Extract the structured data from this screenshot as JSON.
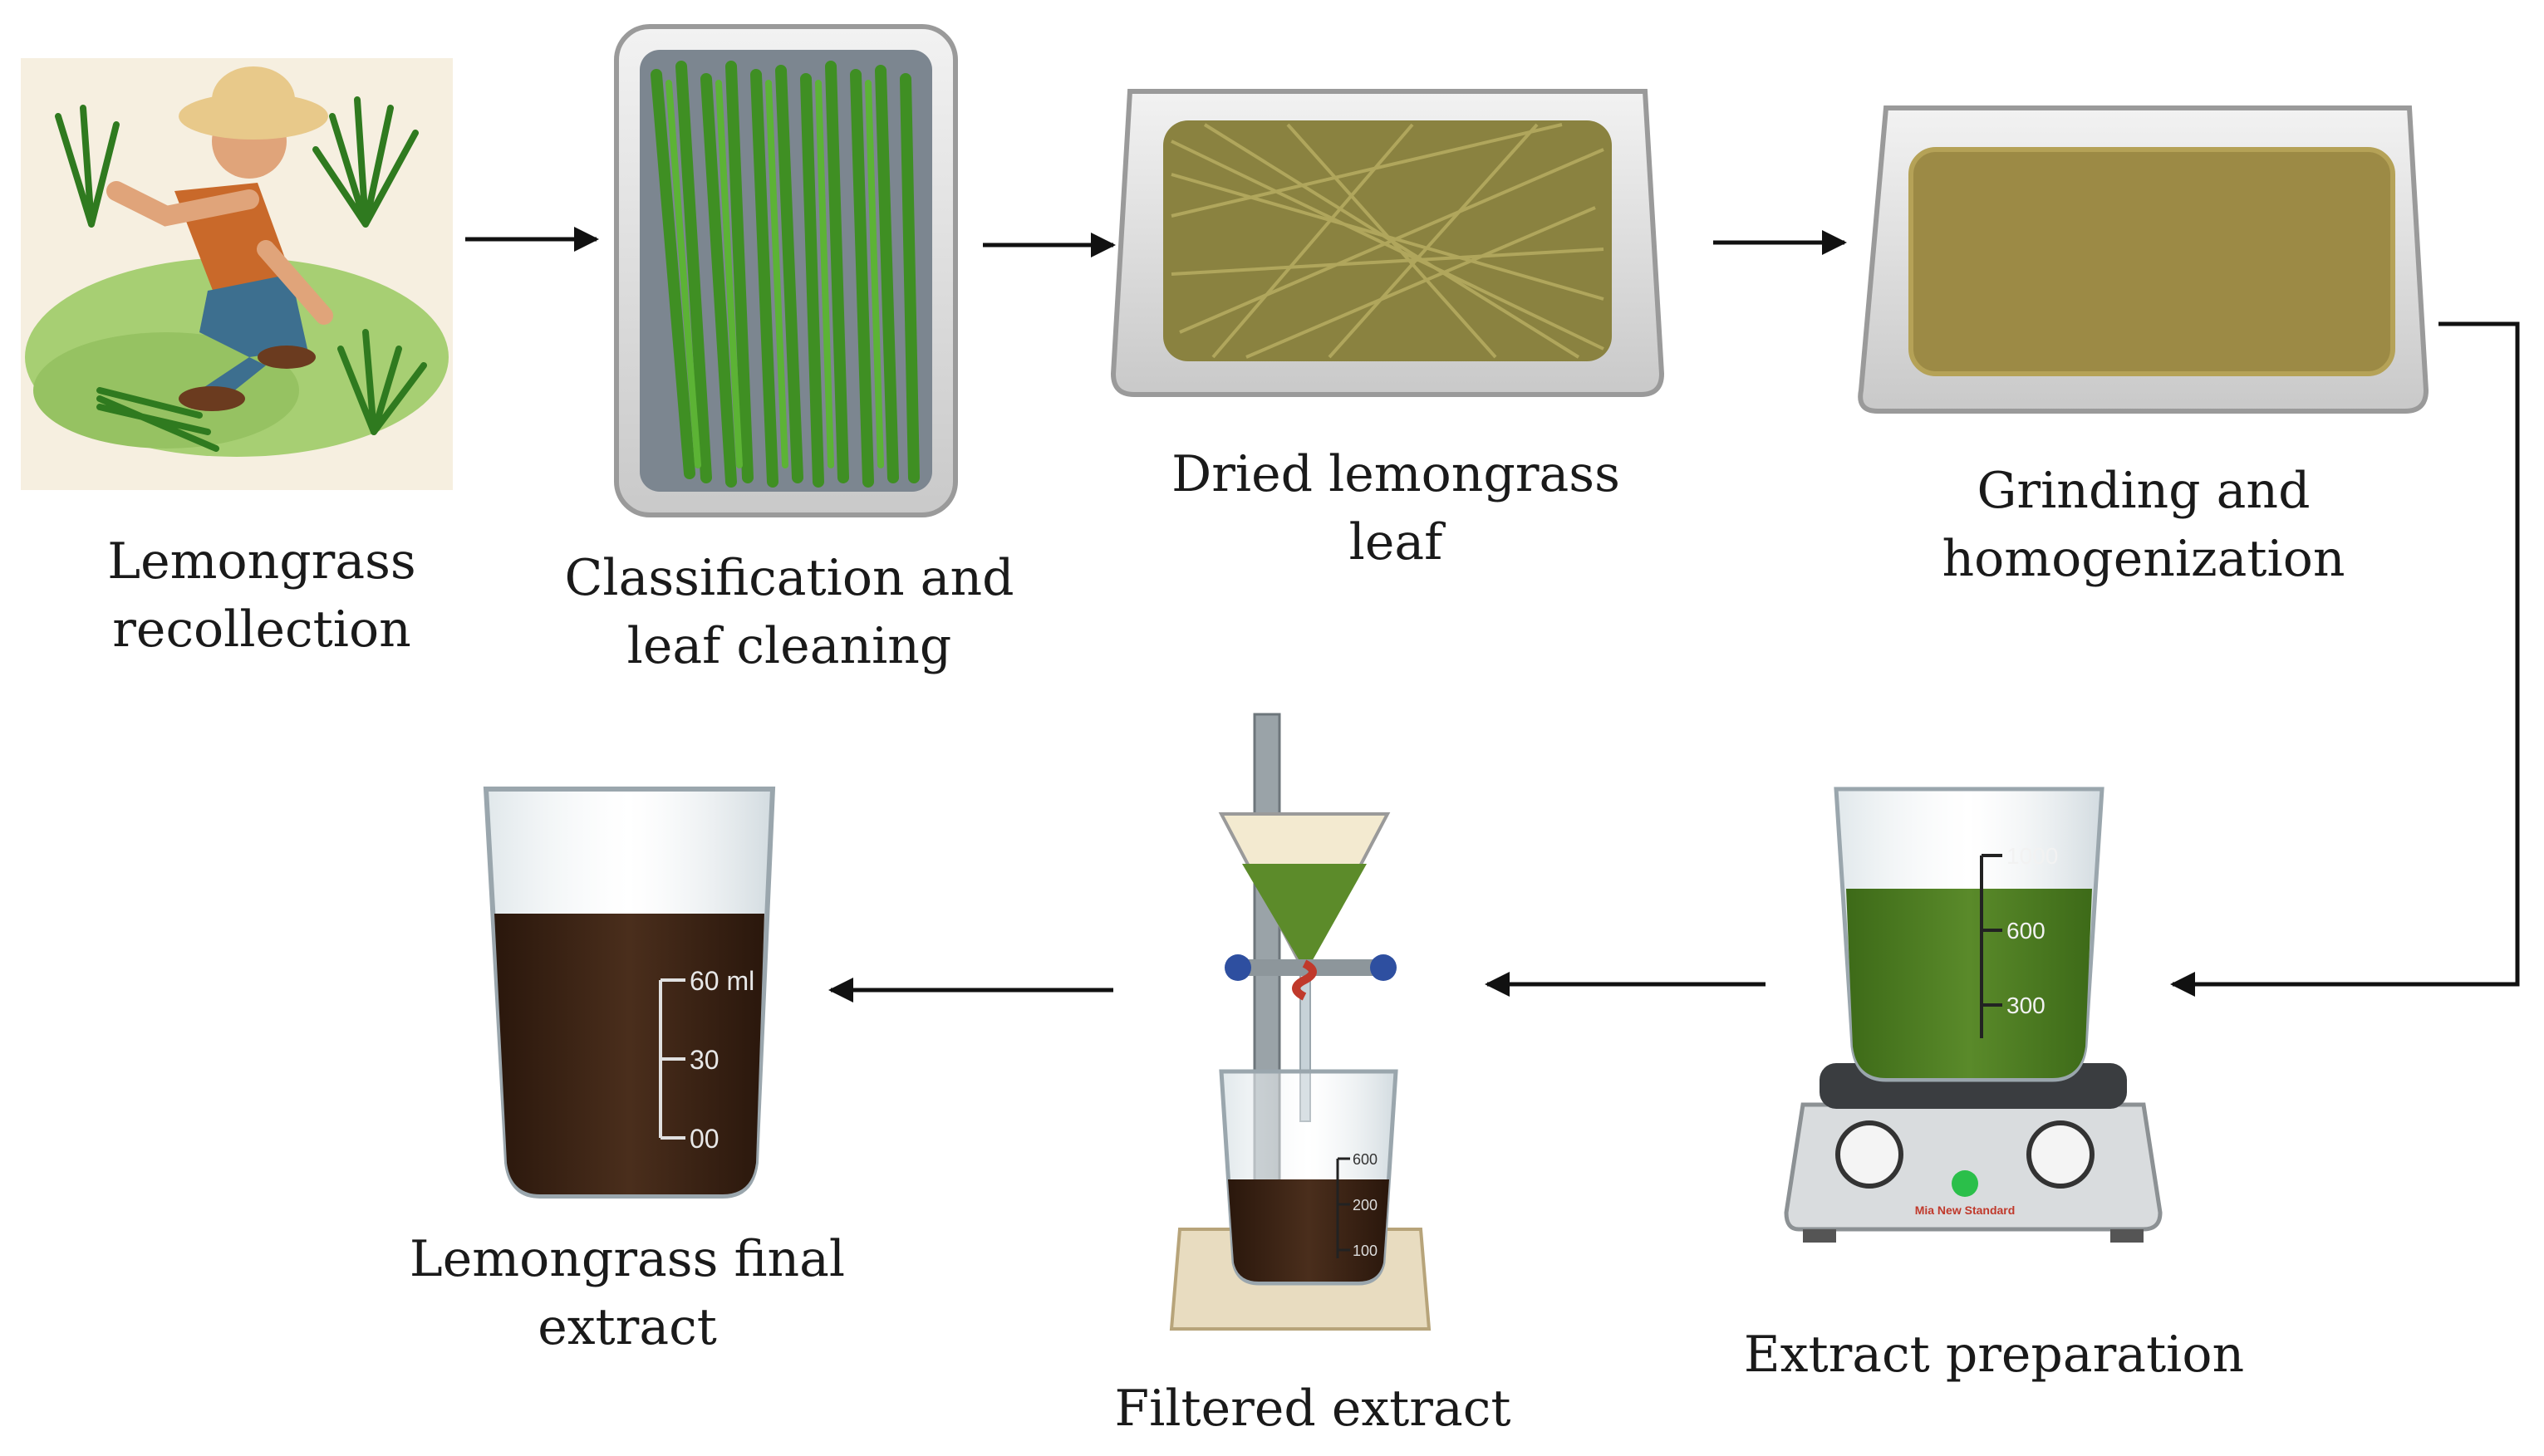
{
  "steps": [
    {
      "id": "recollection",
      "lines": [
        "Lemongrass",
        "recollection"
      ]
    },
    {
      "id": "classification",
      "lines": [
        "Classification and",
        "leaf cleaning"
      ]
    },
    {
      "id": "dried",
      "lines": [
        "Dried lemongrass",
        "leaf"
      ]
    },
    {
      "id": "grinding",
      "lines": [
        "Grinding and",
        "homogenization"
      ]
    },
    {
      "id": "extract-prep",
      "lines": [
        "Extract preparation"
      ]
    },
    {
      "id": "filtered",
      "lines": [
        "Filtered extract"
      ]
    },
    {
      "id": "final",
      "lines": [
        "Lemongrass final",
        "extract"
      ]
    }
  ],
  "extract_beaker": {
    "graduations": [
      "1000",
      "600",
      "300"
    ]
  },
  "filter_beaker": {
    "graduations": [
      "600",
      "200",
      "100"
    ]
  },
  "final_beaker": {
    "graduations": [
      "60 ml",
      "30",
      "00"
    ]
  },
  "stirrer": {
    "brand": "Mia New Standard"
  },
  "colors": {
    "grass": "#3f8f23",
    "dried": "#8a8240",
    "powder": "#9c8a45",
    "extract_green": "#4e7a22",
    "extract_brown": "#3b2416",
    "arrow": "#111111"
  }
}
